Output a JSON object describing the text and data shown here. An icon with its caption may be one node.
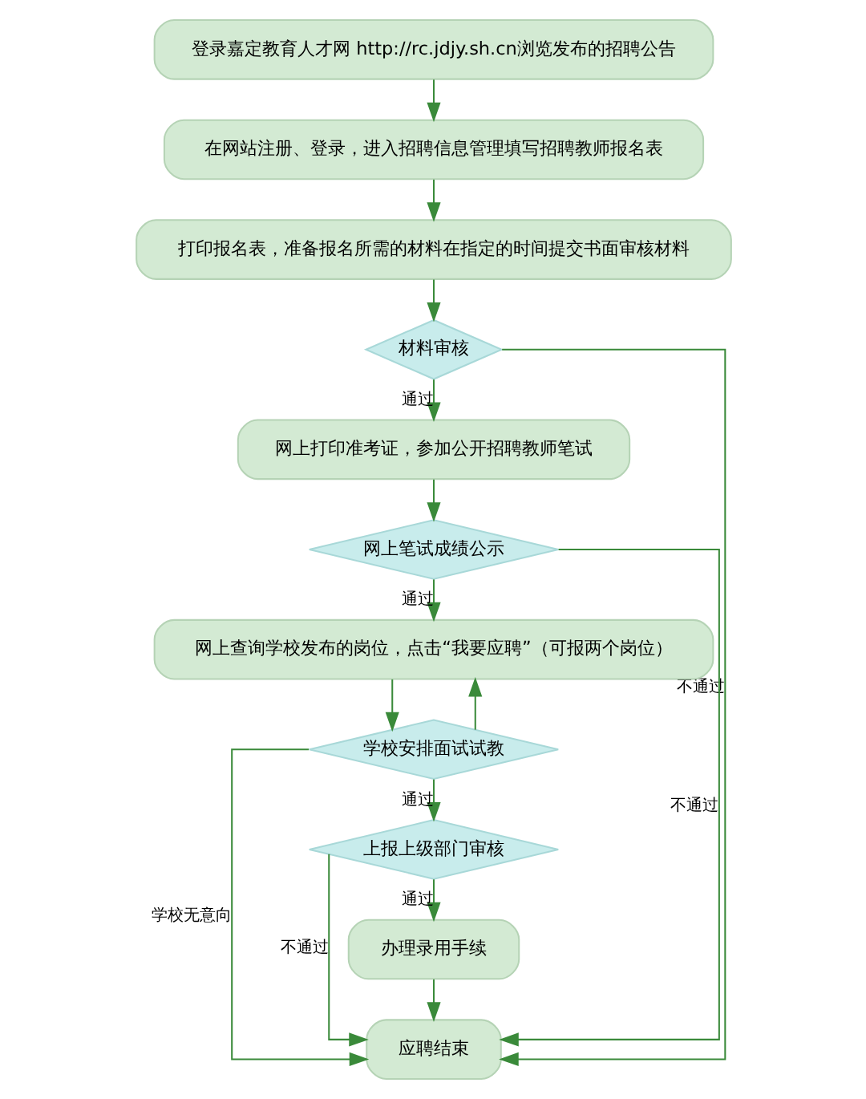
{
  "diagram": {
    "nodes": [
      {
        "text": [
          "登录嘉定教育人才网 http://rc.jdjy.sh.cn浏览发布的招聘公告"
        ]
      },
      {
        "text": [
          "在网站注册、登录，进入招聘信息管理填写招聘教师报名表"
        ]
      },
      {
        "text": [
          "打印报名表，准备报名所需的材料在指定的时间提交书面审核材料"
        ]
      },
      {
        "text": [
          "材料审核"
        ]
      },
      {
        "text": [
          "网上打印准考证，参加公开招聘教师笔试"
        ]
      },
      {
        "text": [
          "网上笔试成绩公示"
        ]
      },
      {
        "text": [
          "网上查询学校发布的岗位，点击“我要应聘”（可报两个岗位）"
        ]
      },
      {
        "text": [
          "学校安排面试试教"
        ]
      },
      {
        "text": [
          "上报上级部门审核"
        ]
      },
      {
        "text": [
          "办理录用手续"
        ]
      },
      {
        "text": [
          "应聘结束"
        ]
      }
    ],
    "edges": [
      {
        "from": 0,
        "to": 1,
        "arrow": "to"
      },
      {
        "from": 1,
        "to": 2,
        "arrow": "to"
      },
      {
        "from": 2,
        "to": 3,
        "arrow": "to"
      },
      {
        "from": 3,
        "to": 4,
        "arrow": "to",
        "label": "通过"
      },
      {
        "from": 3,
        "to": 10,
        "arrow": "to",
        "label": "不通过"
      },
      {
        "from": 4,
        "to": 5,
        "arrow": "to"
      },
      {
        "from": 5,
        "to": 6,
        "arrow": "to",
        "label": "通过"
      },
      {
        "from": 5,
        "to": 10,
        "arrow": "to",
        "label": "不通过"
      },
      {
        "from": 6,
        "to": 7,
        "arrow": "to"
      },
      {
        "from": 7,
        "to": 10,
        "arrow": "to",
        "label": "学校无意向"
      },
      {
        "from": 7,
        "to": 6,
        "arrow": "to"
      },
      {
        "from": 7,
        "to": 8,
        "arrow": "to",
        "label": "通过"
      },
      {
        "from": 8,
        "to": 10,
        "arrow": "to",
        "label": "不通过"
      },
      {
        "from": 8,
        "to": 9,
        "arrow": "to",
        "label": "通过"
      },
      {
        "from": 9,
        "to": 10,
        "arrow": "to"
      }
    ]
  }
}
